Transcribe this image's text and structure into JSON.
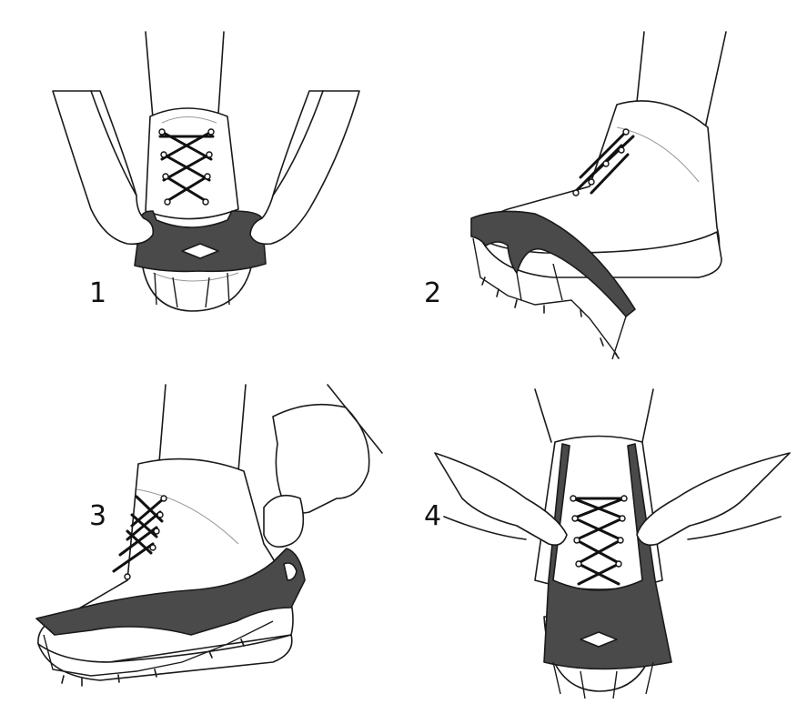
{
  "steps": [
    {
      "number": "1"
    },
    {
      "number": "2"
    },
    {
      "number": "3"
    },
    {
      "number": "4"
    }
  ],
  "colors": {
    "rubber": "#4a4a4a",
    "outline": "#1a1a1a",
    "background": "#ffffff"
  }
}
